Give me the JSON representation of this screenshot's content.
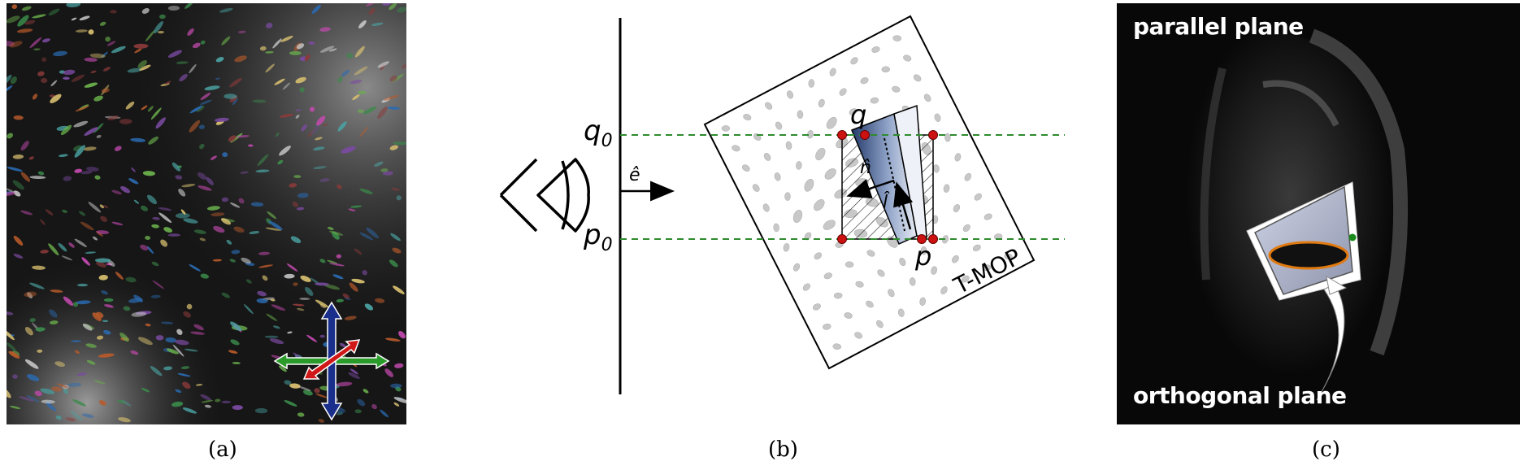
{
  "captions": {
    "a": "(a)",
    "b": "(b)",
    "c": "(c)"
  },
  "diagram": {
    "q0": "q",
    "q0_sub": "0",
    "p0": "p",
    "p0_sub": "0",
    "e_hat": "ê",
    "q": "q",
    "p": "p",
    "n_hat": "n̂",
    "l_hat": "l̂",
    "tmop": "T-MOP"
  },
  "mri": {
    "parallel_label": "parallel plane",
    "orthogonal_label": "orthogonal plane"
  },
  "colors": {
    "dashed_line": "#2e8b2e",
    "glyph_fill": "#c8c8c8",
    "control_point": "#cc1111",
    "axis_red": "#d01818",
    "axis_green": "#2a9a2a",
    "axis_blue": "#1a2e8c",
    "orange_ring": "#e07a10"
  }
}
